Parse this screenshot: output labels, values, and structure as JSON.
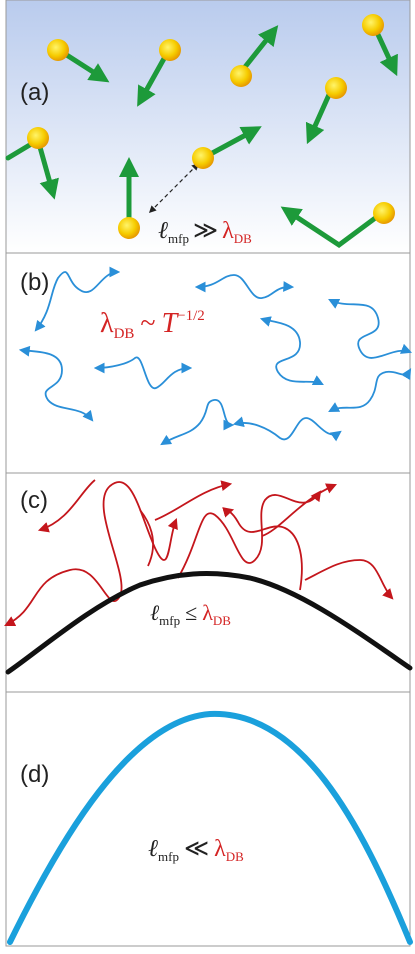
{
  "panels": [
    {
      "label": "(a)",
      "relation": {
        "left": "ℓ",
        "left_sub": "mfp",
        "op": "≫",
        "right": "λ",
        "right_sub": "DB"
      },
      "colors": {
        "particle": "#f2c200",
        "particle_edge": "#e08a00",
        "arrow": "#1d9a3a",
        "bg_top": "#b9cbed",
        "bg_bottom": "#ffffff"
      }
    },
    {
      "label": "(b)",
      "formula": {
        "symbol": "λ",
        "sub": "DB",
        "op": "~",
        "var": "T",
        "exp": "−1/2"
      },
      "colors": {
        "wave": "#2a8fd8",
        "text": "#d42424"
      }
    },
    {
      "label": "(c)",
      "relation": {
        "left": "ℓ",
        "left_sub": "mfp",
        "op": "≤",
        "right": "λ",
        "right_sub": "DB"
      },
      "colors": {
        "wave": "#c4161c",
        "curve": "#111111"
      }
    },
    {
      "label": "(d)",
      "relation": {
        "left": "ℓ",
        "left_sub": "mfp",
        "op": "≪",
        "right": "λ",
        "right_sub": "DB"
      },
      "colors": {
        "curve": "#1aa0dc"
      }
    }
  ]
}
